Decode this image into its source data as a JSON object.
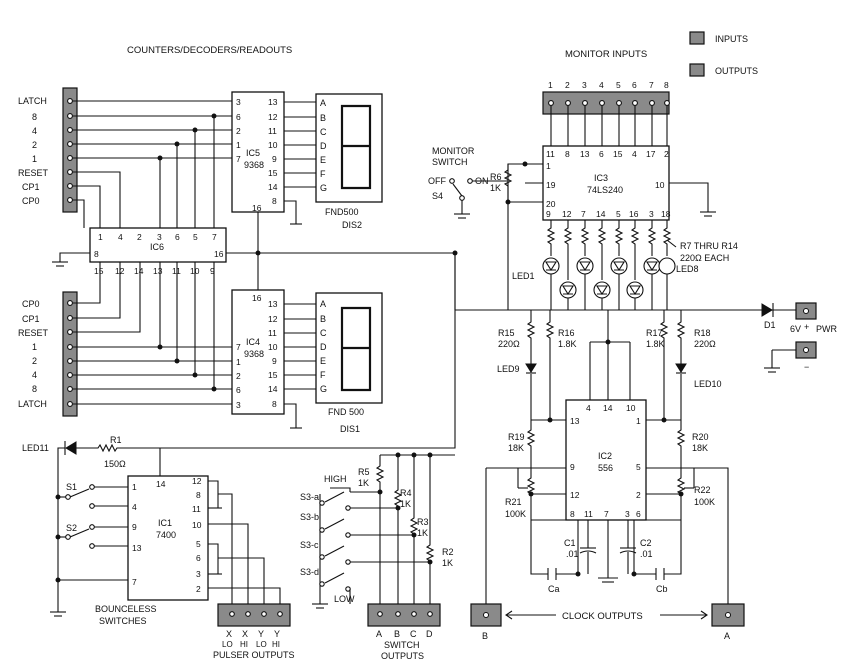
{
  "titles": {
    "counters": "COUNTERS/DECODERS/READOUTS",
    "monitor_inputs": "MONITOR INPUTS",
    "monitor_switch_1": "MONITOR",
    "monitor_switch_2": "SWITCH",
    "bounceless_1": "BOUNCELESS",
    "bounceless_2": "SWITCHES",
    "pulser_outputs": "PULSER OUTPUTS",
    "switch_outputs_1": "SWITCH",
    "switch_outputs_2": "OUTPUTS",
    "clock_outputs": "CLOCK OUTPUTS"
  },
  "legend": {
    "inputs": "INPUTS",
    "outputs": "OUTPUTS"
  },
  "colors": {
    "connector": "#8a8a8a",
    "line": "#111111"
  },
  "upper_connector": [
    "LATCH",
    "8",
    "4",
    "2",
    "1",
    "RESET",
    "CP1",
    "CP0"
  ],
  "lower_connector": [
    "CP0",
    "CP1",
    "RESET",
    "1",
    "2",
    "4",
    "8",
    "LATCH"
  ],
  "ic5": {
    "name": "IC5",
    "part": "9368",
    "left_pins": [
      "3",
      "6",
      "2",
      "1",
      "7"
    ],
    "right_pins": [
      "13",
      "12",
      "11",
      "10",
      "9",
      "15",
      "14",
      "8"
    ],
    "top_pin": "16"
  },
  "ic4": {
    "name": "IC4",
    "part": "9368",
    "left_pins": [
      "3",
      "6",
      "2",
      "1",
      "7"
    ],
    "right_pins": [
      "13",
      "12",
      "11",
      "10",
      "9",
      "15",
      "14",
      "8"
    ],
    "top_pin": "16"
  },
  "seg_letters": [
    "A",
    "B",
    "C",
    "D",
    "E",
    "F",
    "G"
  ],
  "dis2": {
    "part": "FND500",
    "name": "DIS2"
  },
  "dis1": {
    "part": "FND 500",
    "name": "DIS1"
  },
  "ic6": {
    "name": "IC6",
    "top_pins": [
      "1",
      "4",
      "2",
      "3",
      "6",
      "5",
      "7"
    ],
    "bottom_pins": [
      "15",
      "12",
      "14",
      "13",
      "11",
      "10",
      "9"
    ],
    "left_pin": "8",
    "right_pin": "16"
  },
  "monitor_pins": [
    "1",
    "2",
    "3",
    "4",
    "5",
    "6",
    "7",
    "8"
  ],
  "ic3": {
    "name": "IC3",
    "part": "74LS240",
    "top_pins": [
      "11",
      "8",
      "13",
      "6",
      "15",
      "4",
      "17",
      "2"
    ],
    "bottom_pins": [
      "9",
      "12",
      "7",
      "14",
      "5",
      "16",
      "3",
      "18"
    ],
    "left_pins": [
      "1",
      "19",
      "20"
    ],
    "right_pin": "10"
  },
  "switch_s4": {
    "off": "OFF",
    "on": "ON",
    "name": "S4"
  },
  "r6": {
    "name": "R6",
    "value": "1K"
  },
  "r7_14": {
    "line1": "R7 THRU R14",
    "line2": "220Ω EACH"
  },
  "leds": {
    "led1": "LED1",
    "led8": "LED8",
    "led9": "LED9",
    "led10": "LED10",
    "led11": "LED11"
  },
  "d1": "D1",
  "power": {
    "label": "6V",
    "plus": "+",
    "minus": "−",
    "pwr": "PWR"
  },
  "r15": {
    "name": "R15",
    "value": "220Ω"
  },
  "r16": {
    "name": "R16",
    "value": "1.8K"
  },
  "r17": {
    "name": "R17",
    "value": "1.8K"
  },
  "r18": {
    "name": "R18",
    "value": "220Ω"
  },
  "r19": {
    "name": "R19",
    "value": "18K"
  },
  "r20": {
    "name": "R20",
    "value": "18K"
  },
  "r21": {
    "name": "R21",
    "value": "100K"
  },
  "r22": {
    "name": "R22",
    "value": "100K"
  },
  "ic2": {
    "name": "IC2",
    "part": "556",
    "top_pins": [
      "4",
      "14",
      "10"
    ],
    "bottom_pins": [
      "8",
      "11",
      "7",
      "3",
      "6"
    ],
    "left_pins": [
      "13",
      "9",
      "12"
    ],
    "right_pins": [
      "1",
      "5",
      "2"
    ]
  },
  "c1": {
    "name": "C1",
    "value": ".01"
  },
  "c2": {
    "name": "C2",
    "value": ".01"
  },
  "ca": "Ca",
  "cb": "Cb",
  "r1": {
    "name": "R1",
    "value": "150Ω"
  },
  "ic1": {
    "name": "IC1",
    "part": "7400",
    "top_pin": "14",
    "left_pins": [
      "1",
      "4",
      "9",
      "13",
      "7"
    ],
    "right_pins": [
      "12",
      "8",
      "11",
      "10",
      "5",
      "6",
      "3",
      "2"
    ]
  },
  "s1": "S1",
  "s2": "S2",
  "switch_bank": {
    "high": "HIGH",
    "low": "LOW",
    "sw": [
      "S3-a",
      "S3-b",
      "S3-c",
      "S3-d"
    ]
  },
  "r5": {
    "name": "R5",
    "value": "1K"
  },
  "r4": {
    "name": "R4",
    "value": "1K"
  },
  "r3": {
    "name": "R3",
    "value": "1K"
  },
  "r2": {
    "name": "R2",
    "value": "1K"
  },
  "pulser_labels": [
    "X",
    "X",
    "Y",
    "Y"
  ],
  "pulser_sub": [
    "LO",
    "HI",
    "LO",
    "HI"
  ],
  "switch_labels": [
    "A",
    "B",
    "C",
    "D"
  ],
  "clock_b": "B",
  "clock_a": "A"
}
